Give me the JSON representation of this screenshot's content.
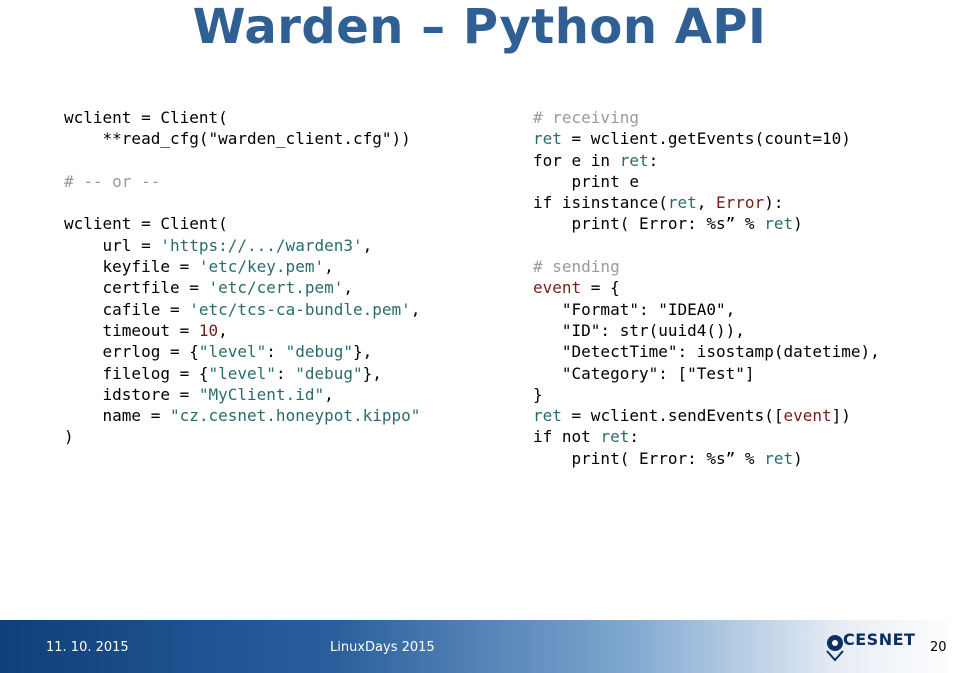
{
  "slide": {
    "title": "Warden – Python API"
  },
  "code_left": [
    {
      "k": "plain",
      "t": "wclient = Client("
    },
    {
      "k": "plain",
      "t": "    **read_cfg(\"warden_client.cfg\"))"
    },
    {
      "k": "blank",
      "t": ""
    },
    {
      "k": "comment",
      "t": "# -- or --"
    },
    {
      "k": "blank",
      "t": ""
    },
    {
      "k": "plain",
      "t": "wclient = Client("
    },
    {
      "k": "mixed",
      "parts": [
        {
          "c": "plain",
          "t": "    url = "
        },
        {
          "c": "str",
          "t": "'https://.../warden3'"
        },
        {
          "c": "plain",
          "t": ","
        }
      ]
    },
    {
      "k": "mixed",
      "parts": [
        {
          "c": "plain",
          "t": "    keyfile = "
        },
        {
          "c": "str",
          "t": "'etc/key.pem'"
        },
        {
          "c": "plain",
          "t": ","
        }
      ]
    },
    {
      "k": "mixed",
      "parts": [
        {
          "c": "plain",
          "t": "    certfile = "
        },
        {
          "c": "str",
          "t": "'etc/cert.pem'"
        },
        {
          "c": "plain",
          "t": ","
        }
      ]
    },
    {
      "k": "mixed",
      "parts": [
        {
          "c": "plain",
          "t": "    cafile = "
        },
        {
          "c": "str",
          "t": "'etc/tcs-ca-bundle.pem'"
        },
        {
          "c": "plain",
          "t": ","
        }
      ]
    },
    {
      "k": "mixed",
      "parts": [
        {
          "c": "plain",
          "t": "    timeout = "
        },
        {
          "c": "num",
          "t": "10"
        },
        {
          "c": "plain",
          "t": ","
        }
      ]
    },
    {
      "k": "mixed",
      "parts": [
        {
          "c": "plain",
          "t": "    errlog = {"
        },
        {
          "c": "str",
          "t": "\"level\""
        },
        {
          "c": "plain",
          "t": ": "
        },
        {
          "c": "str",
          "t": "\"debug\""
        },
        {
          "c": "plain",
          "t": "},"
        }
      ]
    },
    {
      "k": "mixed",
      "parts": [
        {
          "c": "plain",
          "t": "    filelog = {"
        },
        {
          "c": "str",
          "t": "\"level\""
        },
        {
          "c": "plain",
          "t": ": "
        },
        {
          "c": "str",
          "t": "\"debug\""
        },
        {
          "c": "plain",
          "t": "},"
        }
      ]
    },
    {
      "k": "mixed",
      "parts": [
        {
          "c": "plain",
          "t": "    idstore = "
        },
        {
          "c": "str",
          "t": "\"MyClient.id\""
        },
        {
          "c": "plain",
          "t": ","
        }
      ]
    },
    {
      "k": "mixed",
      "parts": [
        {
          "c": "plain",
          "t": "    name = "
        },
        {
          "c": "str",
          "t": "\"cz.cesnet.honeypot.kippo\""
        }
      ]
    },
    {
      "k": "plain",
      "t": ")"
    }
  ],
  "code_right": [
    {
      "k": "comment",
      "t": "# receiving"
    },
    {
      "k": "mixed",
      "parts": [
        {
          "c": "kw",
          "t": "ret"
        },
        {
          "c": "plain",
          "t": " = wclient.getEvents(count=10)"
        }
      ]
    },
    {
      "k": "mixed",
      "parts": [
        {
          "c": "plain",
          "t": "for e in "
        },
        {
          "c": "kw",
          "t": "ret"
        },
        {
          "c": "plain",
          "t": ":"
        }
      ]
    },
    {
      "k": "plain",
      "t": "    print e"
    },
    {
      "k": "mixed",
      "parts": [
        {
          "c": "plain",
          "t": "if isinstance("
        },
        {
          "c": "kw",
          "t": "ret"
        },
        {
          "c": "plain",
          "t": ", "
        },
        {
          "c": "err",
          "t": "Error"
        },
        {
          "c": "plain",
          "t": "):"
        }
      ]
    },
    {
      "k": "mixed",
      "parts": [
        {
          "c": "plain",
          "t": "    print( Error: %s” % "
        },
        {
          "c": "kw",
          "t": "ret"
        },
        {
          "c": "plain",
          "t": ")"
        }
      ]
    },
    {
      "k": "blank",
      "t": ""
    },
    {
      "k": "comment",
      "t": "# sending"
    },
    {
      "k": "mixed",
      "parts": [
        {
          "c": "var",
          "t": "event"
        },
        {
          "c": "plain",
          "t": " = {"
        }
      ]
    },
    {
      "k": "plain",
      "t": "   \"Format\": \"IDEA0\","
    },
    {
      "k": "plain",
      "t": "   \"ID\": str(uuid4()),"
    },
    {
      "k": "plain",
      "t": "   \"DetectTime\": isostamp(datetime),"
    },
    {
      "k": "plain",
      "t": "   \"Category\": [\"Test\"]"
    },
    {
      "k": "plain",
      "t": "}"
    },
    {
      "k": "mixed",
      "parts": [
        {
          "c": "kw",
          "t": "ret"
        },
        {
          "c": "plain",
          "t": " = wclient.sendEvents(["
        },
        {
          "c": "var",
          "t": "event"
        },
        {
          "c": "plain",
          "t": "])"
        }
      ]
    },
    {
      "k": "mixed",
      "parts": [
        {
          "c": "plain",
          "t": "if not "
        },
        {
          "c": "kw",
          "t": "ret"
        },
        {
          "c": "plain",
          "t": ":"
        }
      ]
    },
    {
      "k": "mixed",
      "parts": [
        {
          "c": "plain",
          "t": "    print( Error: %s” % "
        },
        {
          "c": "kw",
          "t": "ret"
        },
        {
          "c": "plain",
          "t": ")"
        }
      ]
    }
  ],
  "footer": {
    "date": "11. 10. 2015",
    "event": "LinuxDays 2015",
    "page": "20",
    "logo_text": "CESNET"
  },
  "colors": {
    "title": "#2f5f93",
    "comment": "#9a9a9a",
    "string": "#2b6b6b",
    "number": "#7a1b1b",
    "keyword": "#2b6b6b",
    "error": "#7a1b1b",
    "var": "#7a1b1b"
  },
  "icons": {
    "logo": "cesnet-logo-icon"
  }
}
